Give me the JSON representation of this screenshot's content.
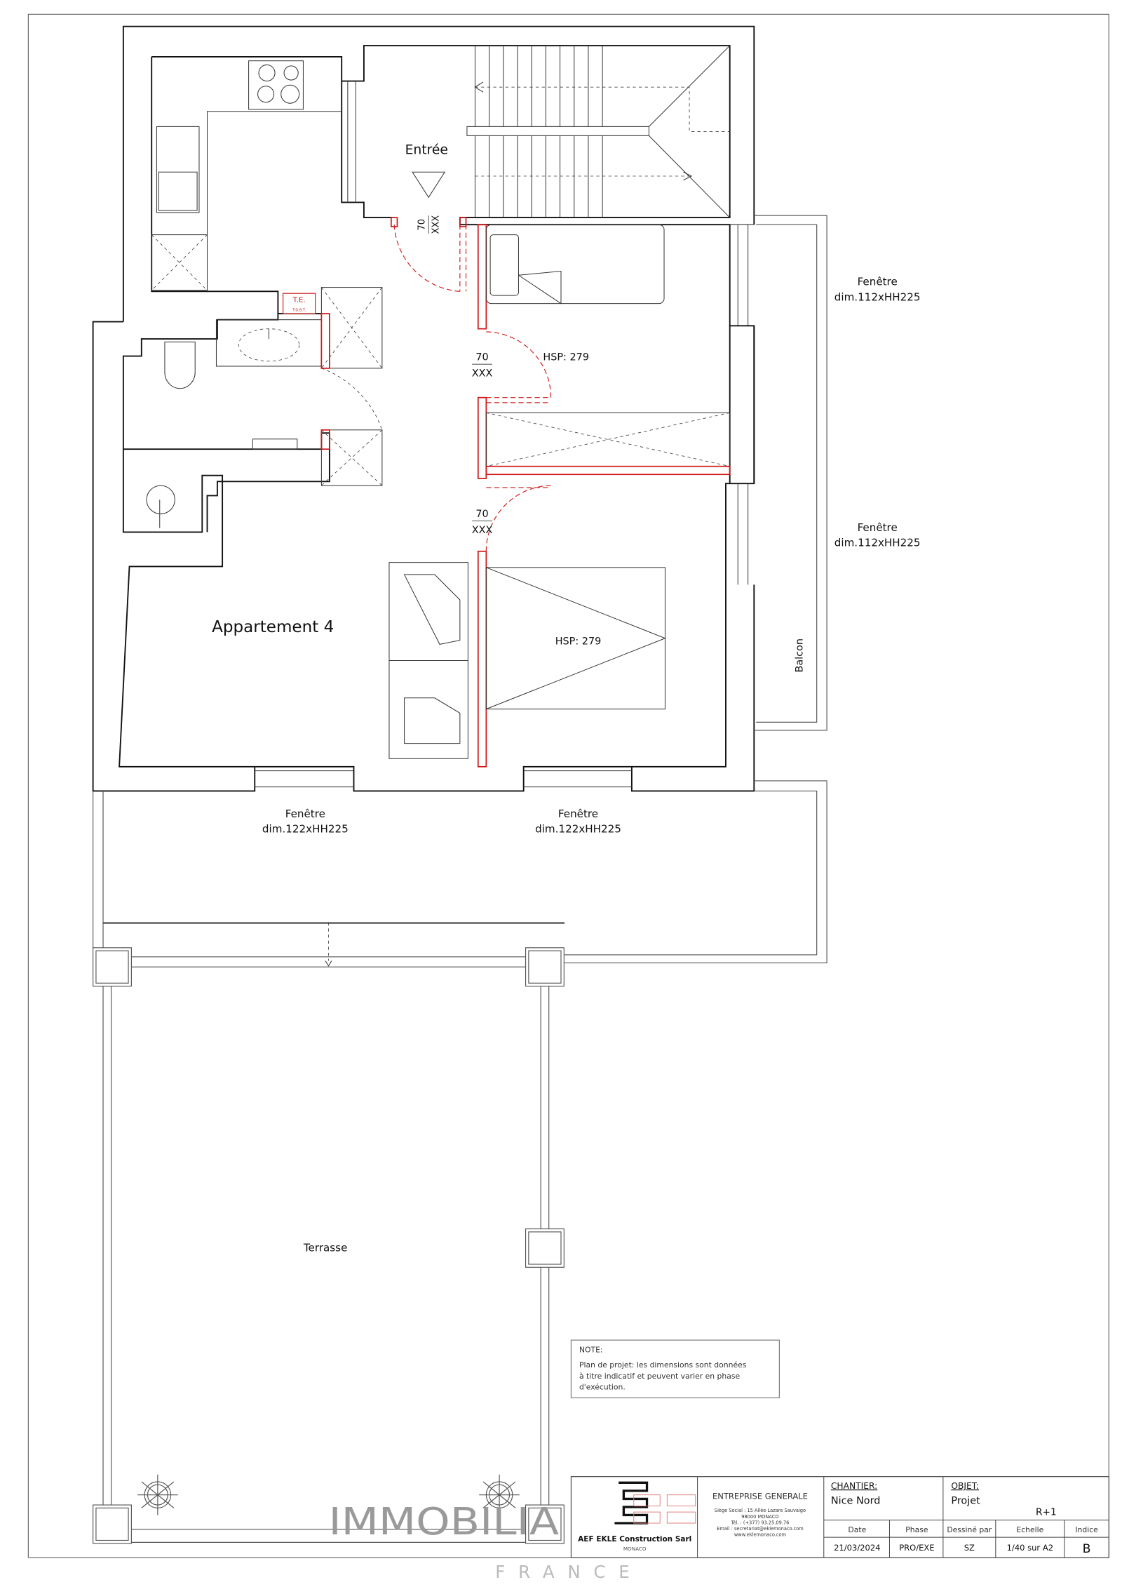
{
  "plan": {
    "rooms": {
      "entree": "Entrée",
      "appartement": "Appartement 4",
      "terrasse": "Terrasse",
      "balcon": "Balcon"
    },
    "hsp_labels": [
      "HSP: 279",
      "HSP: 279"
    ],
    "doors": [
      {
        "width": "70",
        "code": "XXX"
      },
      {
        "width": "70",
        "code": "XXX"
      },
      {
        "width": "70",
        "code": "XXX"
      }
    ],
    "windows": [
      {
        "label": "Fenêtre",
        "dim": "dim.112xHH225"
      },
      {
        "label": "Fenêtre",
        "dim": "dim.112xHH225"
      },
      {
        "label": "Fenêtre",
        "dim": "dim.122xHH225"
      },
      {
        "label": "Fenêtre",
        "dim": "dim.122xHH225"
      }
    ],
    "electrical_panel": {
      "title": "T.E.",
      "subtitle": "T.G.B.T."
    }
  },
  "note": {
    "title": "NOTE:",
    "lines": [
      "Plan de projet: les dimensions sont données",
      "à titre indicatif et peuvent varier en phase",
      "d'exécution."
    ]
  },
  "title_block": {
    "company": "AEF EKLE Construction Sarl",
    "company_city": "MONACO",
    "heading": "ENTREPRISE GENERALE",
    "address_lines": [
      "Siège Social : 15 Allée Lazare Sauvaigo",
      "98000 MONACO",
      "Tél. : (+377) 93.25.09.76",
      "Email : secretariat@eklemonaco.com",
      "www.eklemonaco.com"
    ],
    "chantier_label": "CHANTIER:",
    "chantier": "Nice Nord",
    "objet_label": "OBJET:",
    "objet": "Projet",
    "niveau": "R+1",
    "headers": [
      "Date",
      "Phase",
      "Dessiné par",
      "Echelle",
      "Indice"
    ],
    "values": [
      "21/03/2024",
      "PRO/EXE",
      "SZ",
      "1/40 sur A2",
      "B"
    ]
  },
  "watermark": {
    "main": "IMMOBILIA",
    "sub": "FRANCE"
  },
  "colors": {
    "accent_red": "#d01818",
    "line": "#111111",
    "watermark": "#9a9a9a"
  }
}
